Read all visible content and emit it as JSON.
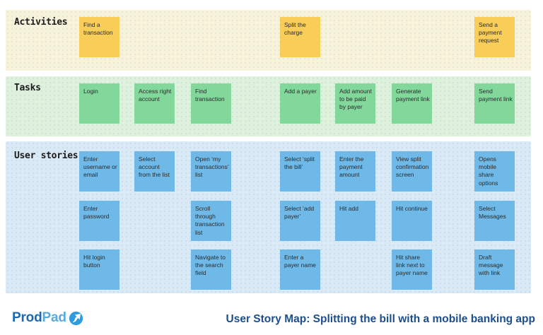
{
  "board": {
    "rows": [
      {
        "label": "Activities",
        "notes": [
          {
            "text": "Find a transaction"
          },
          {
            "text": "Split the charge"
          },
          {
            "text": "Send a payment request"
          }
        ]
      },
      {
        "label": "Tasks",
        "notes": [
          {
            "text": "Login"
          },
          {
            "text": "Access right account"
          },
          {
            "text": "Find transaction"
          },
          {
            "text": "Add a payer"
          },
          {
            "text": "Add amount to be paid by payer"
          },
          {
            "text": "Generate payment link"
          },
          {
            "text": "Send payment link"
          }
        ]
      },
      {
        "label": "User stories",
        "notes": [
          {
            "text": "Enter username or email"
          },
          {
            "text": "Select account from the list"
          },
          {
            "text": "Open ‘my transactions’ list"
          },
          {
            "text": "Select ‘split the bill’"
          },
          {
            "text": "Enter the payment amount"
          },
          {
            "text": "View split confirmation screen"
          },
          {
            "text": "Opens mobile share options"
          },
          {
            "text": "Enter password"
          },
          {
            "text": "Scroll through transaction list"
          },
          {
            "text": "Select ‘add payer’"
          },
          {
            "text": "Hit add"
          },
          {
            "text": "Hit continue"
          },
          {
            "text": "Select Messages"
          },
          {
            "text": "Hit login button"
          },
          {
            "text": "Navigate to the search field"
          },
          {
            "text": "Enter a payer name"
          },
          {
            "text": "Hit share link next to payer name"
          },
          {
            "text": "Draft message with link"
          }
        ]
      }
    ]
  },
  "footer": {
    "logo_part1": "Prod",
    "logo_part2": "Pad",
    "title": "User Story Map: Splitting the bill with a mobile banking app"
  },
  "colors": {
    "activities_band": "#f7f3db",
    "activities_note": "#f8cd58",
    "tasks_band": "#def1dc",
    "tasks_note": "#82d79b",
    "stories_band": "#d9e9f6",
    "stories_note": "#6fb9e8",
    "title_text": "#1d4e8c",
    "logo_prod": "#1b69ae",
    "logo_pad": "#57aadd",
    "logo_icon": "#2e9be0"
  }
}
